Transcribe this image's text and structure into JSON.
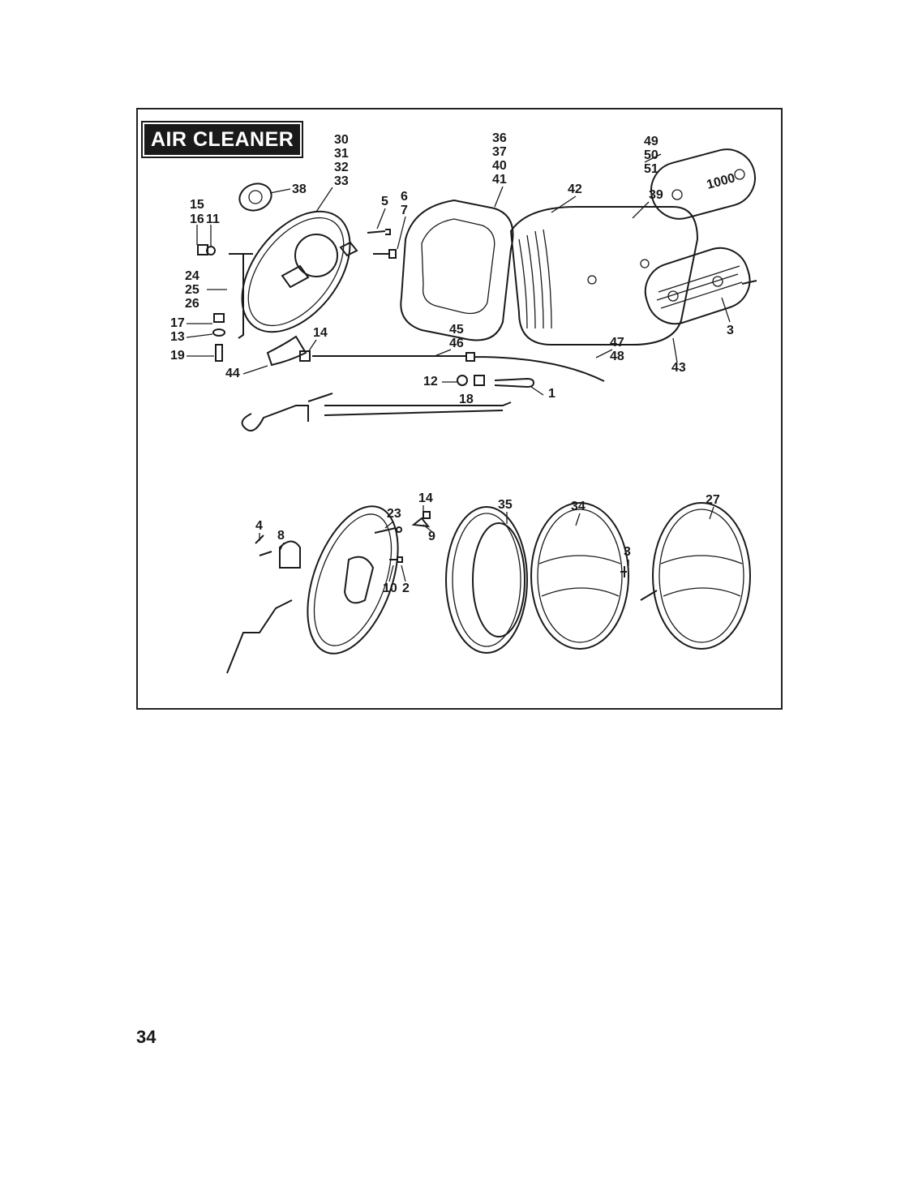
{
  "title": "AIR CLEANER",
  "page_number": "34",
  "logo_text": "1000",
  "callouts": [
    {
      "id": "c30",
      "text": "30"
    },
    {
      "id": "c31",
      "text": "31"
    },
    {
      "id": "c32",
      "text": "32"
    },
    {
      "id": "c33",
      "text": "33"
    },
    {
      "id": "c38",
      "text": "38"
    },
    {
      "id": "c15",
      "text": "15"
    },
    {
      "id": "c16",
      "text": "16"
    },
    {
      "id": "c11",
      "text": "11"
    },
    {
      "id": "c5",
      "text": "5"
    },
    {
      "id": "c6",
      "text": "6"
    },
    {
      "id": "c7",
      "text": "7"
    },
    {
      "id": "c36",
      "text": "36"
    },
    {
      "id": "c37",
      "text": "37"
    },
    {
      "id": "c40",
      "text": "40"
    },
    {
      "id": "c41",
      "text": "41"
    },
    {
      "id": "c42",
      "text": "42"
    },
    {
      "id": "c39",
      "text": "39"
    },
    {
      "id": "c49",
      "text": "49"
    },
    {
      "id": "c50",
      "text": "50"
    },
    {
      "id": "c51",
      "text": "51"
    },
    {
      "id": "c24",
      "text": "24"
    },
    {
      "id": "c25",
      "text": "25"
    },
    {
      "id": "c26",
      "text": "26"
    },
    {
      "id": "c17",
      "text": "17"
    },
    {
      "id": "c13",
      "text": "13"
    },
    {
      "id": "c19",
      "text": "19"
    },
    {
      "id": "c14a",
      "text": "14"
    },
    {
      "id": "c44",
      "text": "44"
    },
    {
      "id": "c45",
      "text": "45"
    },
    {
      "id": "c46",
      "text": "46"
    },
    {
      "id": "c47",
      "text": "47"
    },
    {
      "id": "c48",
      "text": "48"
    },
    {
      "id": "c43",
      "text": "43"
    },
    {
      "id": "c3a",
      "text": "3"
    },
    {
      "id": "c12",
      "text": "12"
    },
    {
      "id": "c18",
      "text": "18"
    },
    {
      "id": "c1",
      "text": "1"
    },
    {
      "id": "c14b",
      "text": "14"
    },
    {
      "id": "c23",
      "text": "23"
    },
    {
      "id": "c9",
      "text": "9"
    },
    {
      "id": "c35",
      "text": "35"
    },
    {
      "id": "c34",
      "text": "34"
    },
    {
      "id": "c27",
      "text": "27"
    },
    {
      "id": "c4",
      "text": "4"
    },
    {
      "id": "c8",
      "text": "8"
    },
    {
      "id": "c10",
      "text": "10"
    },
    {
      "id": "c2",
      "text": "2"
    },
    {
      "id": "c3b",
      "text": "3"
    }
  ]
}
